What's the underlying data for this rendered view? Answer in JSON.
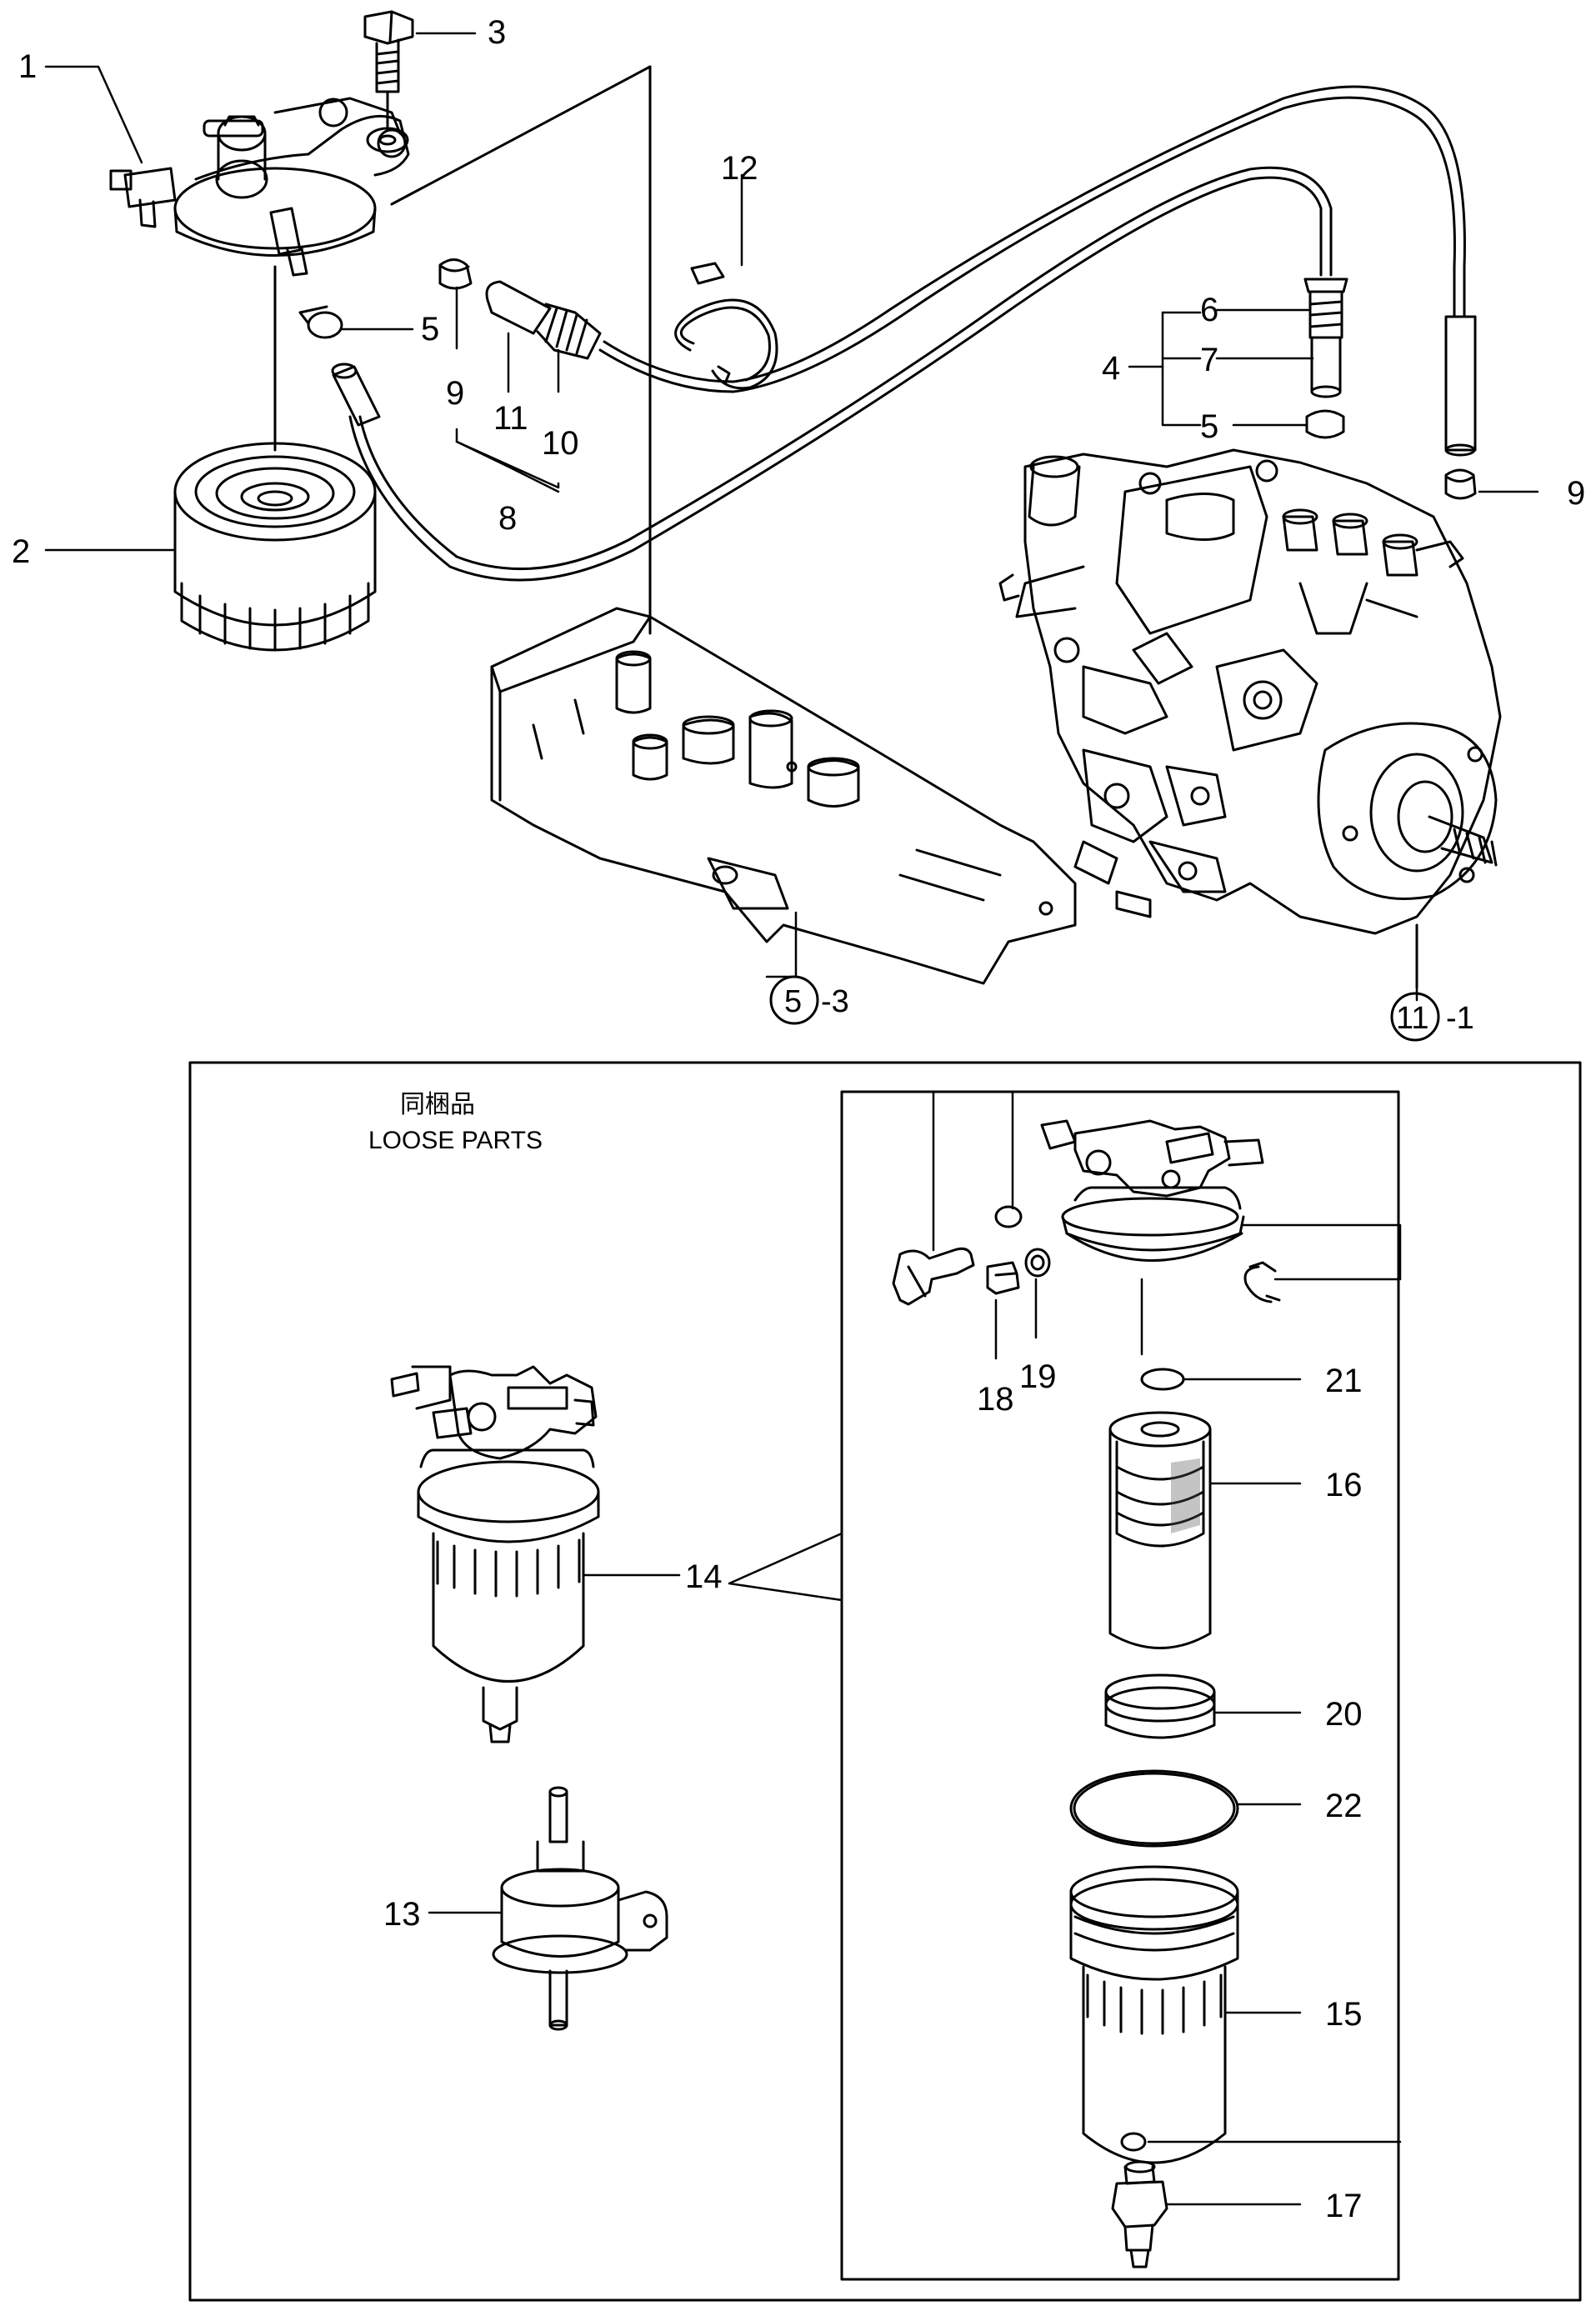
{
  "callouts": {
    "p1": "1",
    "p2": "2",
    "p3": "3",
    "p4": "4",
    "p5a": "5",
    "p5b": "5",
    "p6": "6",
    "p7": "7",
    "p8": "8",
    "p9a": "9",
    "p9b": "9",
    "p10": "10",
    "p11": "11",
    "p12": "12",
    "p13": "13",
    "p14": "14",
    "p15": "15",
    "p16": "16",
    "p17": "17",
    "p18": "18",
    "p19": "19",
    "p20": "20",
    "p21": "21",
    "p22": "22"
  },
  "refs": {
    "cover_circle": "5",
    "cover_suffix": "-3",
    "pump_circle": "11",
    "pump_suffix": "-1"
  },
  "loose_parts": {
    "label_jp": "同梱品",
    "label_en": "LOOSE PARTS"
  }
}
